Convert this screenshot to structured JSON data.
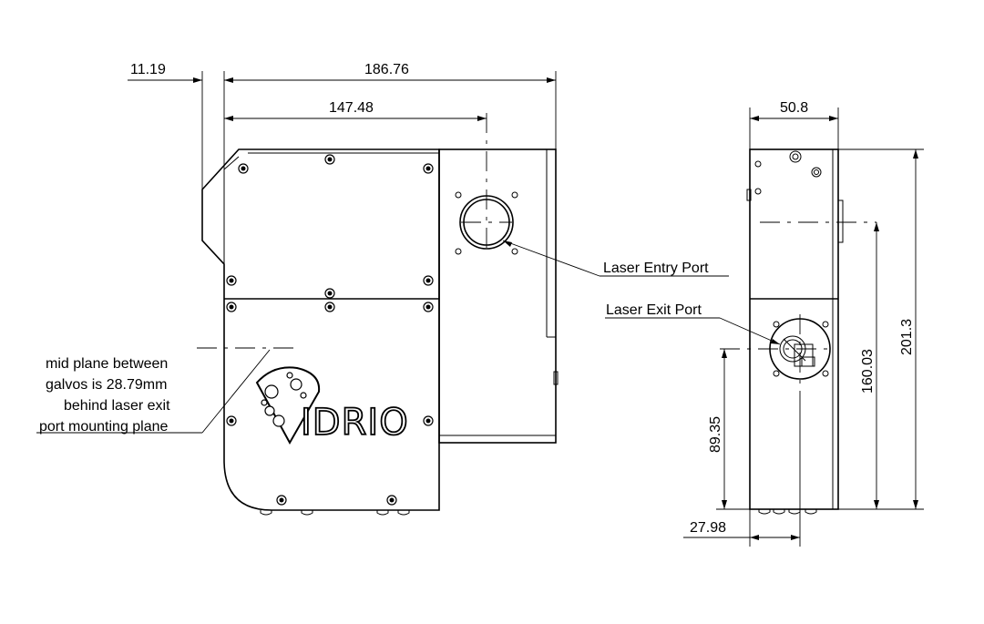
{
  "dimensions": {
    "d_11_19": "11.19",
    "d_186_76": "186.76",
    "d_147_48": "147.48",
    "d_50_8": "50.8",
    "d_201_3": "201.3",
    "d_160_03": "160.03",
    "d_89_35": "89.35",
    "d_27_98": "27.98"
  },
  "labels": {
    "laser_entry_port": "Laser Entry Port",
    "laser_exit_port": "Laser Exit Port",
    "mid_plane_note": [
      "mid plane between",
      "galvos is 28.79mm",
      "behind laser exit",
      "port mounting plane"
    ]
  },
  "logo": {
    "text": "IDRIO"
  }
}
